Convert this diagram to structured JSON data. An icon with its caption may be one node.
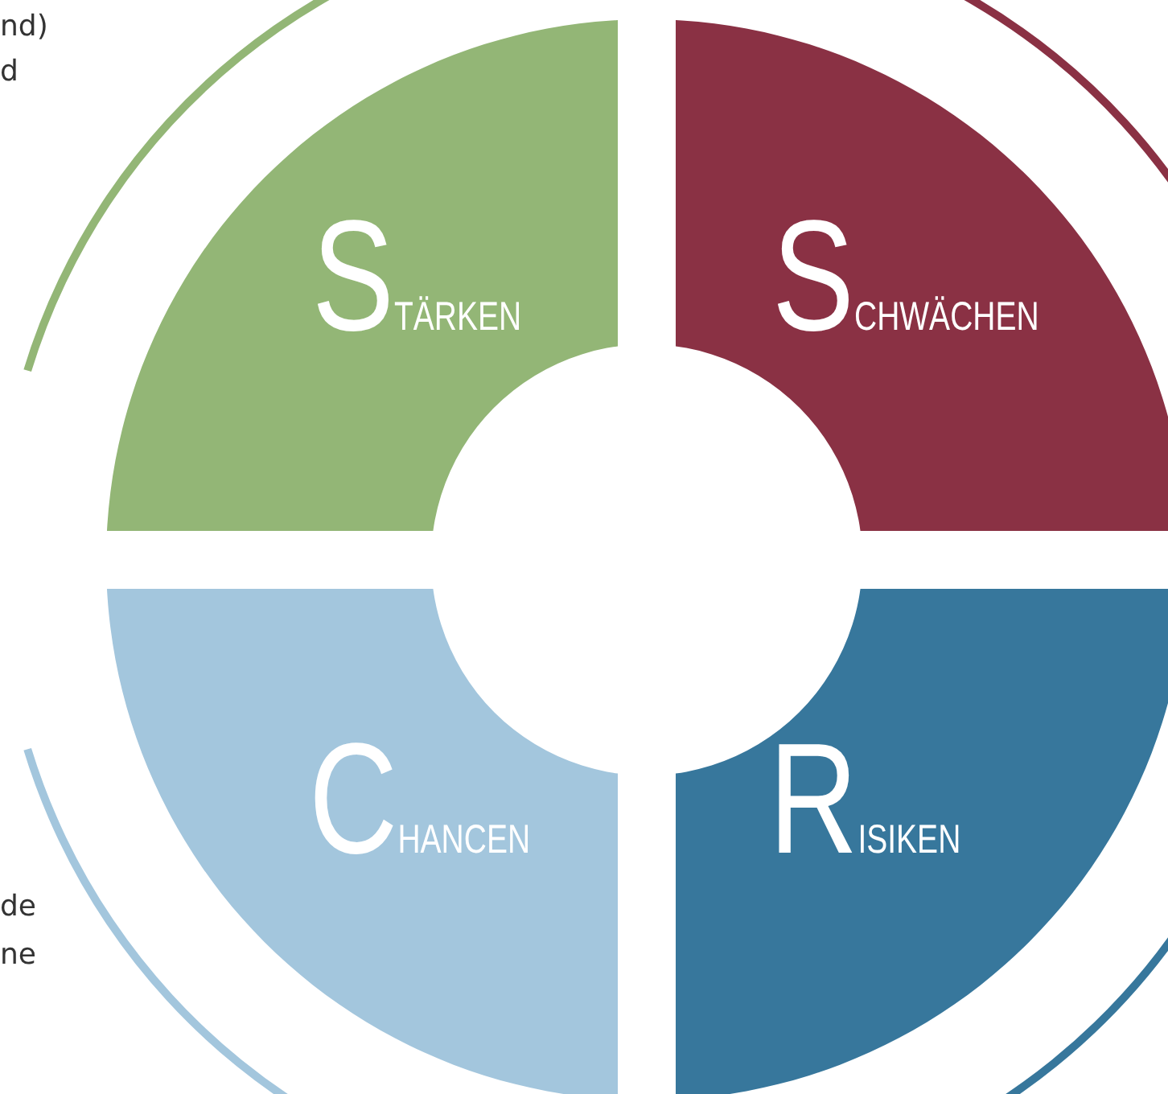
{
  "diagram": {
    "nodes": [
      {
        "text": [
          "STÄRKEN"
        ]
      },
      {
        "text": [
          "SCHWÄCHEN"
        ]
      },
      {
        "text": [
          "CHANCEN"
        ]
      },
      {
        "text": [
          "RISIKEN"
        ]
      }
    ],
    "labels": [
      "nd)",
      "d",
      "de",
      "ne"
    ]
  }
}
